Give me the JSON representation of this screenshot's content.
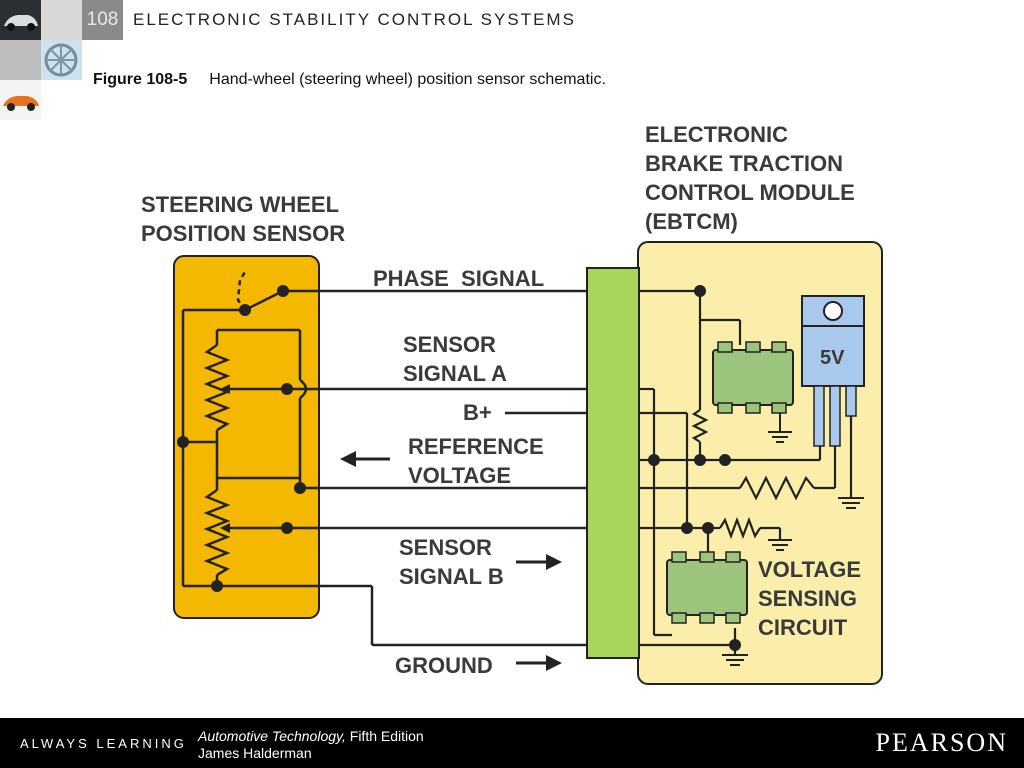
{
  "header": {
    "chapter_number": "108",
    "chapter_title": "ELECTRONIC STABILITY CONTROL SYSTEMS"
  },
  "caption": {
    "figure_label": "Figure 108-5",
    "text": "Hand-wheel (steering wheel) position sensor schematic."
  },
  "diagram": {
    "sensor_title_line1": "STEERING WHEEL",
    "sensor_title_line2": "POSITION SENSOR",
    "module_title_line1": "ELECTRONIC",
    "module_title_line2": "BRAKE TRACTION",
    "module_title_line3": "CONTROL MODULE",
    "module_title_line4": "(EBTCM)",
    "phase_signal": "PHASE  SIGNAL",
    "sensor_a_line1": "SENSOR",
    "sensor_a_line2": "SIGNAL A",
    "b_plus": "B+",
    "reference_line1": "REFERENCE",
    "reference_line2": "VOLTAGE",
    "sensor_b_line1": "SENSOR",
    "sensor_b_line2": "SIGNAL B",
    "ground": "GROUND",
    "regulator": "5V",
    "vsc_line1": "VOLTAGE",
    "vsc_line2": "SENSING",
    "vsc_line3": "CIRCUIT",
    "colors": {
      "sensor_fill": "#f5b800",
      "module_fill": "#fbeeaa",
      "connector_fill": "#a8d65a",
      "chip_fill": "#9cc47c",
      "regulator_fill": "#a9c9ec",
      "wire": "#222222"
    }
  },
  "footer": {
    "always_learning": "ALWAYS LEARNING",
    "book_title": "Automotive Technology,",
    "edition": " Fifth Edition",
    "author": "James Halderman",
    "publisher": "PEARSON"
  }
}
